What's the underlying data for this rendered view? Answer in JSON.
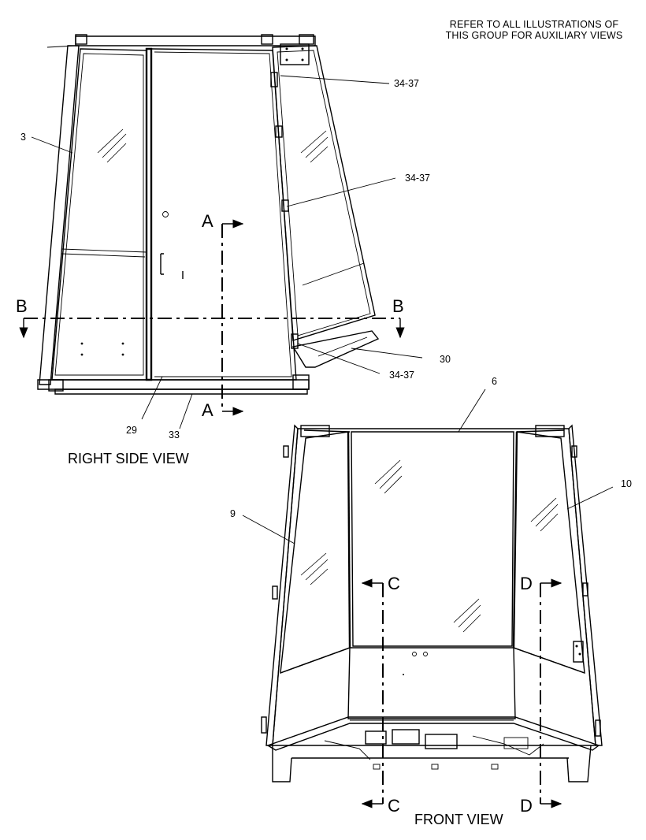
{
  "note": {
    "line1": "REFER TO ALL ILLUSTRATIONS OF",
    "line2": "THIS GROUP FOR AUXILIARY VIEWS"
  },
  "views": {
    "right_side": "RIGHT SIDE VIEW",
    "front": "FRONT VIEW"
  },
  "callouts": {
    "c3": "3",
    "c34a": "34-37",
    "c34b": "34-37",
    "c34c": "34-37",
    "c30": "30",
    "c29": "29",
    "c33": "33",
    "c6": "6",
    "c9": "9",
    "c10": "10"
  },
  "sections": {
    "a_top": "A",
    "a_bottom": "A",
    "b_left": "B",
    "b_right": "B",
    "c_top": "C",
    "c_bottom": "C",
    "d_top": "D",
    "d_bottom": "D"
  }
}
